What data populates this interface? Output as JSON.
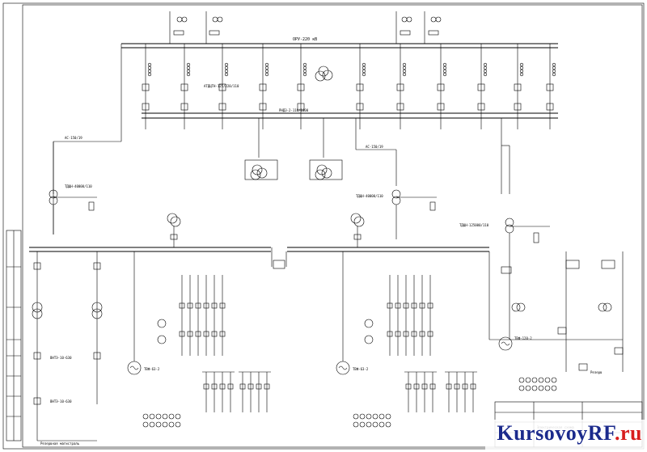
{
  "labels": {
    "ru_top": "ОРУ-220 кВ",
    "mid_bus": "РНДЗ-2-110/1000",
    "ac1": "АС-150/19",
    "ac2": "АС-150/19",
    "t1": "ТДЦН-40000/110",
    "t2": "ТДЦН-40000/110",
    "t3": "ТДЦН-125000/110",
    "atdct": "АТДЦТН-125/220/110",
    "vnt1": "ВНТЭ-10-630",
    "vnt2": "ВНТЭ-10-630",
    "g1": "ТВФ-63-2",
    "g2": "ТВФ-63-2",
    "g3": "ТВФ-120-2",
    "rezerv": "Резерв",
    "bottom_note": "Резервная магистраль",
    "stamp_title": "Электрическая схема"
  },
  "watermark": {
    "text_main": "KursovoyRF",
    "text_dot": ".ru"
  },
  "colors": {
    "line": "#000000",
    "brand_blue": "#1b2a8c",
    "brand_red": "#d81e1e"
  }
}
